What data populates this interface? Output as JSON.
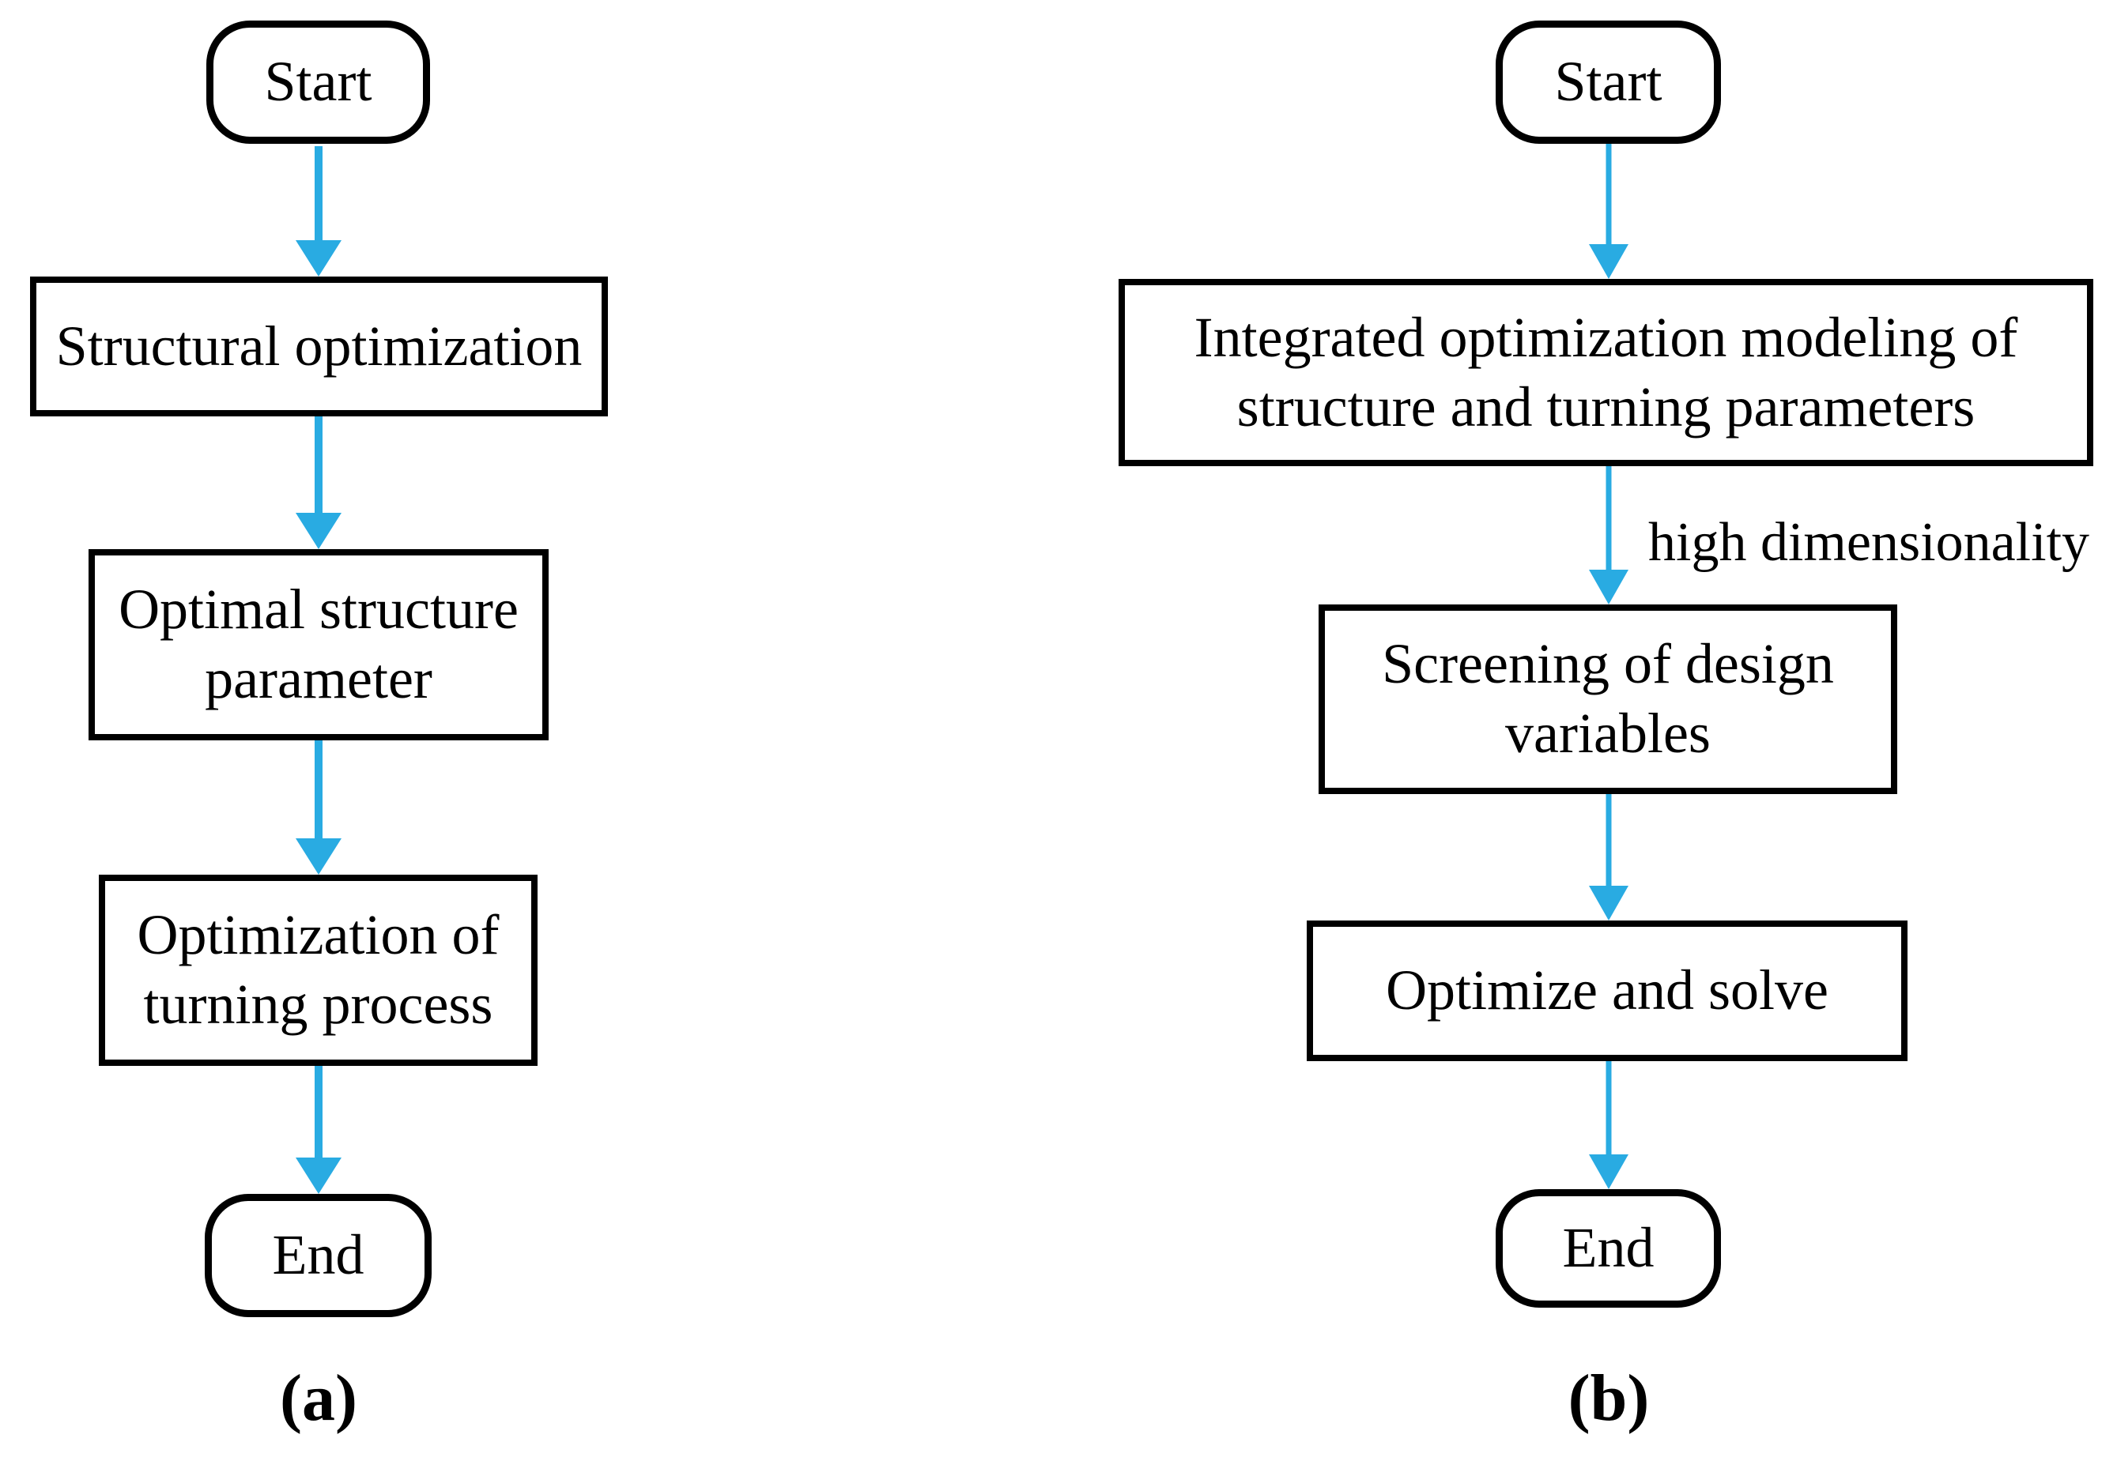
{
  "figure": {
    "description": "Two vertical flowcharts comparing optimization procedures"
  },
  "colors": {
    "arrow": "#29ABE2",
    "shape_border": "#000000",
    "text": "#000000",
    "background": "#FFFFFF"
  },
  "chart_a": {
    "caption": "(a)",
    "nodes": [
      {
        "id": "start",
        "type": "terminator",
        "label": "Start"
      },
      {
        "id": "structural-optimization",
        "type": "process",
        "label": "Structural optimization"
      },
      {
        "id": "optimal-structure-parameter",
        "type": "process",
        "label": "Optimal structure\nparameter"
      },
      {
        "id": "optimization-of-turning-process",
        "type": "process",
        "label": "Optimization of\nturning process"
      },
      {
        "id": "end",
        "type": "terminator",
        "label": "End"
      }
    ],
    "edges": [
      {
        "from": "start",
        "to": "structural-optimization",
        "label": ""
      },
      {
        "from": "structural-optimization",
        "to": "optimal-structure-parameter",
        "label": ""
      },
      {
        "from": "optimal-structure-parameter",
        "to": "optimization-of-turning-process",
        "label": ""
      },
      {
        "from": "optimization-of-turning-process",
        "to": "end",
        "label": ""
      }
    ]
  },
  "chart_b": {
    "caption": "(b)",
    "nodes": [
      {
        "id": "start",
        "type": "terminator",
        "label": "Start"
      },
      {
        "id": "integrated-optimization-modeling",
        "type": "process",
        "label": "Integrated optimization modeling of\nstructure and turning parameters"
      },
      {
        "id": "screening-of-design-variables",
        "type": "process",
        "label": "Screening of design\nvariables"
      },
      {
        "id": "optimize-and-solve",
        "type": "process",
        "label": "Optimize and solve"
      },
      {
        "id": "end",
        "type": "terminator",
        "label": "End"
      }
    ],
    "edges": [
      {
        "from": "start",
        "to": "integrated-optimization-modeling",
        "label": ""
      },
      {
        "from": "integrated-optimization-modeling",
        "to": "screening-of-design-variables",
        "label": "high dimensionality"
      },
      {
        "from": "screening-of-design-variables",
        "to": "optimize-and-solve",
        "label": ""
      },
      {
        "from": "optimize-and-solve",
        "to": "end",
        "label": ""
      }
    ]
  }
}
